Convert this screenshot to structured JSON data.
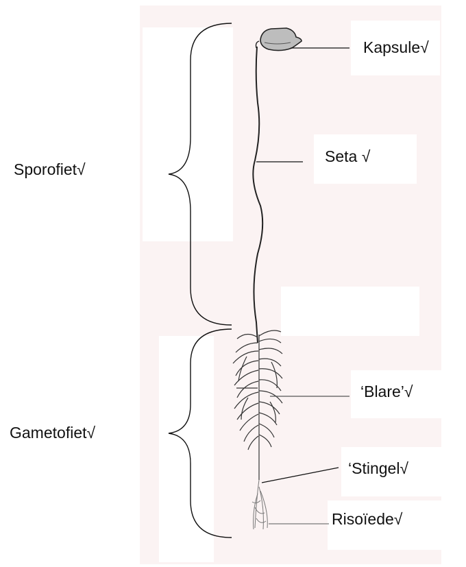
{
  "labels": {
    "sporophyte": "Sporofiet√",
    "gametophyte": "Gametofiet√",
    "capsule": "Kapsule√",
    "seta": "Seta √",
    "leaves": "‘Blare’√",
    "stem": "‘Stingel√",
    "rhizoids": "Risoïede√"
  },
  "colors": {
    "background_panel": "#fbf3f3",
    "ink": "#111111"
  }
}
